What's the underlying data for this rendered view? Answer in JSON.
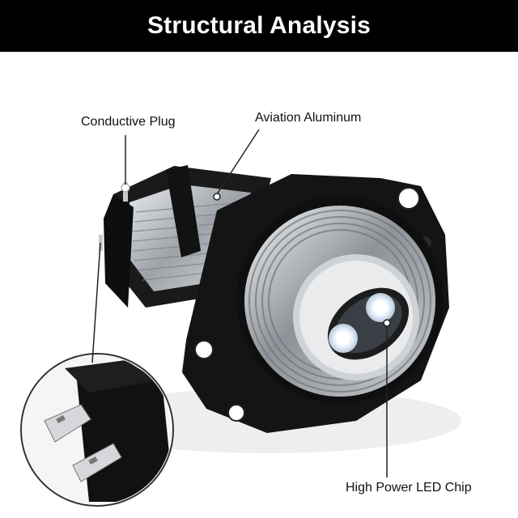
{
  "header": {
    "title": "Structural Analysis"
  },
  "labels": {
    "conductive_plug": "Conductive Plug",
    "aviation_aluminum": "Aviation Aluminum",
    "high_power_led_chip": "High Power LED Chip"
  },
  "colors": {
    "header_bg": "#000000",
    "header_text": "#ffffff",
    "housing": "#141414",
    "aluminum": "#b9bdc2",
    "led": "#f2f8ff"
  }
}
